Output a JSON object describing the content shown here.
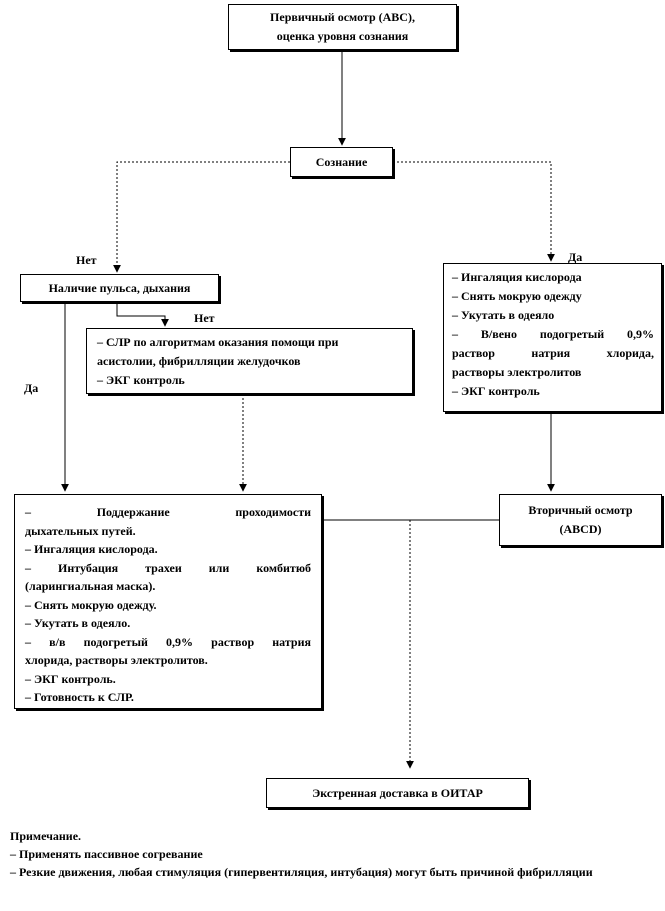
{
  "boxes": {
    "primary": {
      "lines": [
        "Первичный осмотр (ABC),",
        "оценка уровня сознания"
      ]
    },
    "consciousness": {
      "label": "Сознание"
    },
    "pulse": {
      "label": "Наличие пульса, дыхания"
    },
    "cpr": {
      "lines": [
        "– СЛР по алгоритмам оказания помощи при",
        "асистолии, фибрилляции желудочков",
        "– ЭКГ контроль"
      ]
    },
    "right_actions": {
      "lines": [
        "– Ингаляция кислорода",
        "– Снять мокрую одежду",
        "– Укутать в одеяло",
        "– В/вено подогретый 0,9%",
        "раствор натрия хлорида,",
        "растворы электролитов",
        "– ЭКГ контроль"
      ]
    },
    "secondary": {
      "lines": [
        "Вторичный осмотр",
        "(ABCD)"
      ]
    },
    "left_actions": {
      "lines": [
        "– Поддержание проходимости",
        "дыхательных путей.",
        "– Ингаляция кислорода.",
        "– Интубация трахеи или комбитюб",
        "(ларингиальная маска).",
        "– Снять мокрую одежду.",
        "– Укутать в одеяло.",
        "– в/в подогретый 0,9% раствор натрия",
        "хлорида, растворы электролитов.",
        "– ЭКГ контроль.",
        "– Готовность к СЛР."
      ]
    },
    "transport": {
      "label": "Экстренная доставка в ОИТАР"
    }
  },
  "labels": {
    "no_conscious": "Нет",
    "yes_conscious": "Да",
    "no_pulse": "Нет",
    "yes_pulse": "Да"
  },
  "note": {
    "title": "Примечание.",
    "items": [
      "– Применять пассивное согревание",
      "– Резкие движения, любая стимуляция (гипервентиляция, интубация) могут быть причиной фибрилляции"
    ]
  }
}
